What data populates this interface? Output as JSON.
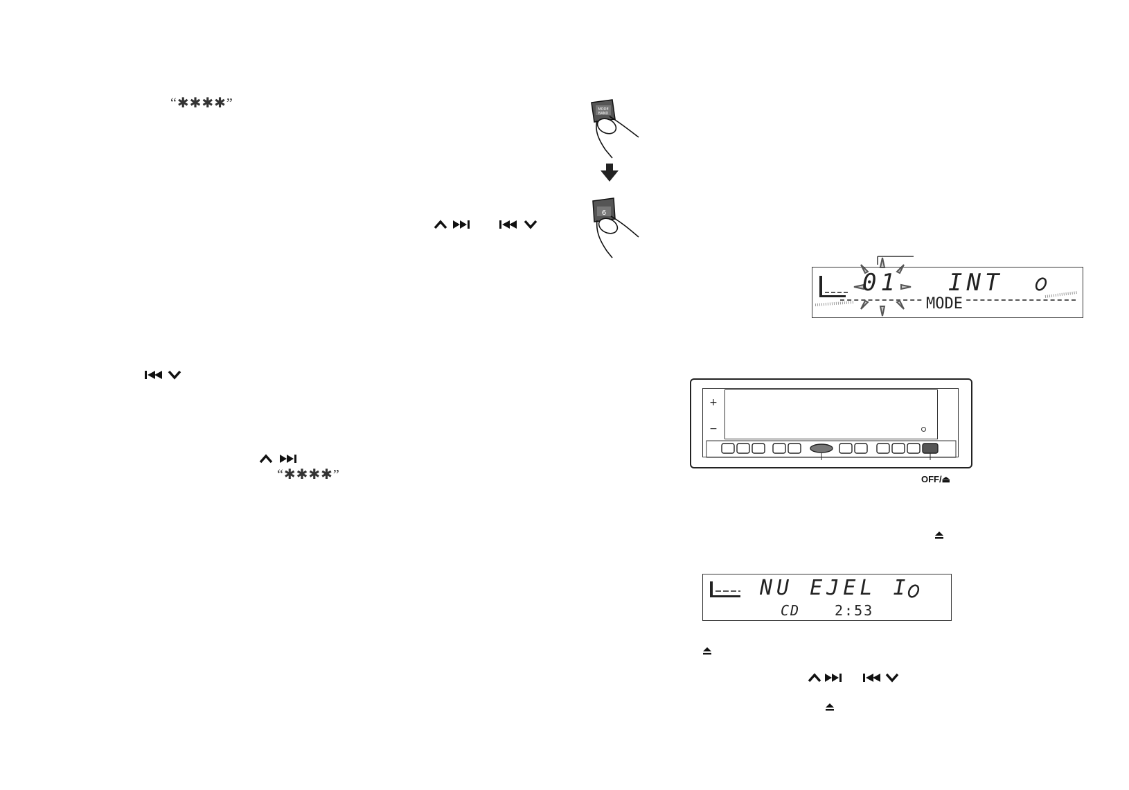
{
  "left": {
    "stars_top": "“✱✱✱✱”",
    "stars_mid": "“✱✱✱✱”"
  },
  "lcd1": {
    "number": "01",
    "mode": "INT",
    "sub": "MODE"
  },
  "panel": {
    "off_label": "OFF/⏏"
  },
  "lcd2": {
    "main": "NU EJEL I",
    "sub_left": "CD",
    "sub_right": "2:53"
  },
  "icons": {
    "eject": "eject-icon",
    "up": "up-chevron-icon",
    "down": "down-chevron-icon",
    "next": "skip-next-icon",
    "prev": "skip-prev-icon"
  }
}
